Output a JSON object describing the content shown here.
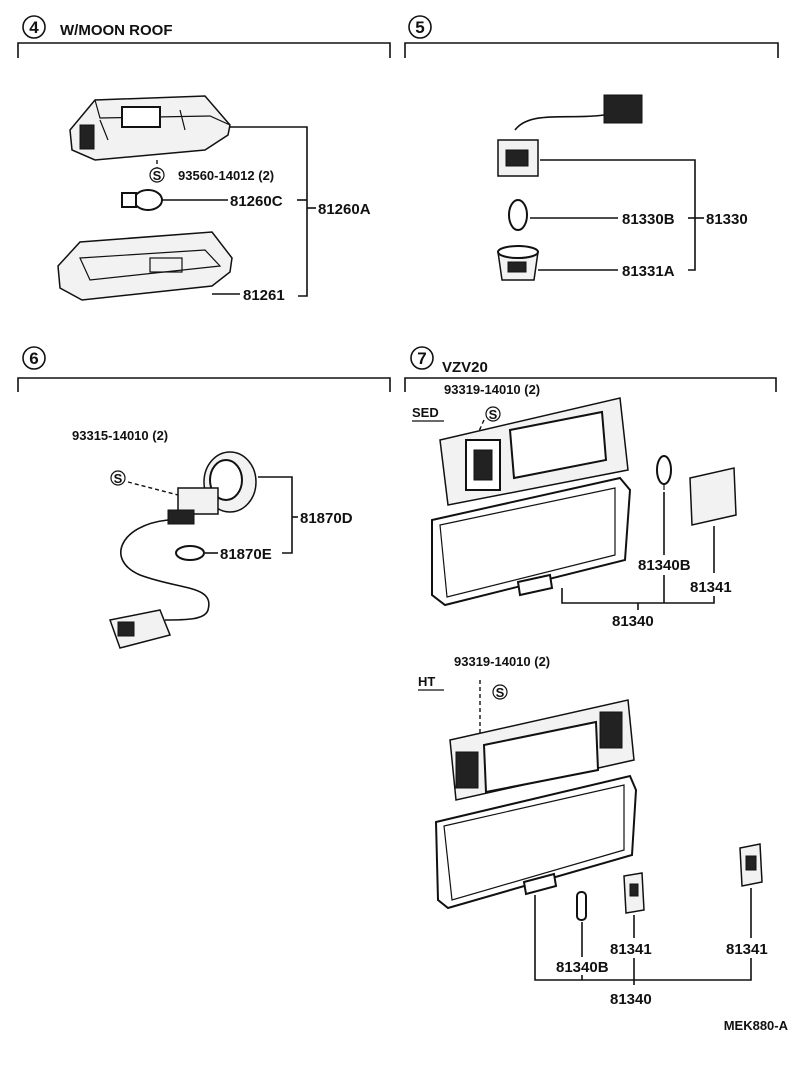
{
  "sections": {
    "s4": {
      "num": "4",
      "title": "W/MOON ROOF",
      "labels": {
        "screw": "93560-14012 (2)",
        "bulb": "81260C",
        "assy": "81260A",
        "lens": "81261"
      }
    },
    "s5": {
      "num": "5",
      "title": "",
      "labels": {
        "bulb": "81330B",
        "assy": "81330",
        "socket": "81331A"
      }
    },
    "s6": {
      "num": "6",
      "title": "",
      "labels": {
        "screw": "93315-14010 (2)",
        "assy": "81870D",
        "bulb": "81870E"
      }
    },
    "s7": {
      "num": "7",
      "title": "VZV20",
      "sed": {
        "tag": "SED",
        "screw": "93319-14010 (2)",
        "bulb": "81340B",
        "cover": "81341",
        "assy": "81340"
      },
      "ht": {
        "tag": "HT",
        "screw": "93319-14010 (2)",
        "bulb": "81340B",
        "cover_a": "81341",
        "cover_b": "81341",
        "assy": "81340"
      }
    }
  },
  "screw_symbol": "S",
  "footer_code": "MEK880-A"
}
